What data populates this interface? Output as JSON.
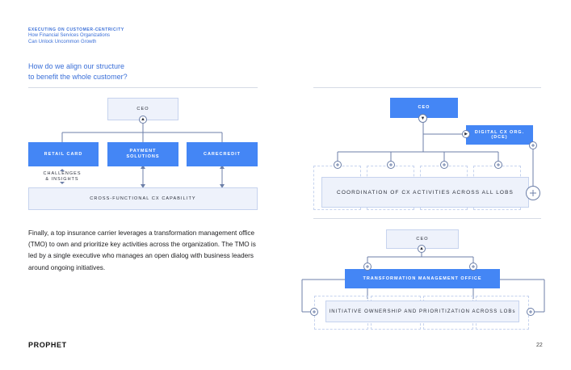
{
  "header": {
    "eyebrow": "EXECUTING ON CUSTOMER-CENTRICITY",
    "subtitle_line1": "How Financial Services Organizations",
    "subtitle_line2": "Can Unlock Uncommon Growth",
    "question_line1": "How do we align our structure",
    "question_line2": "to benefit the whole customer?"
  },
  "diagram_left": {
    "ceo": "CEO",
    "units": [
      "RETAIL CARD",
      "PAYMENT SOLUTIONS",
      "CARECREDIT"
    ],
    "units_line2": [
      "",
      "SOLUTIONS",
      ""
    ],
    "payment_line1": "PAYMENT",
    "challenges_line1": "CHALLENGES",
    "challenges_line2": "& INSIGHTS",
    "capability": "CROSS-FUNCTIONAL CX CAPABILITY"
  },
  "body": {
    "paragraph": "Finally, a top insurance carrier leverages a transformation management office (TMO) to own and prioritize key activities across the organization. The TMO is led by a single executive who manages an open dialog with business leaders around ongoing initiatives."
  },
  "diagram_right_top": {
    "ceo": "CEO",
    "digital_line1": "DIGITAL CX ORG.",
    "digital_line2": "(DCE)",
    "coordination": "COORDINATION OF CX ACTIVITIES ACROSS ALL LOBS"
  },
  "diagram_right_bottom": {
    "ceo": "CEO",
    "tmo": "TRANSFORMATION MANAGEMENT OFFICE",
    "initiative": "INITIATIVE OWNERSHIP AND PRIORITIZATION ACROSS LOBs"
  },
  "footer": {
    "logo": "PROPHET",
    "page_number": "22"
  },
  "colors": {
    "accent_blue": "#4486f5",
    "text_blue": "#3a6fd8",
    "light_fill": "#eef2fb",
    "line": "#6c7fa8"
  }
}
